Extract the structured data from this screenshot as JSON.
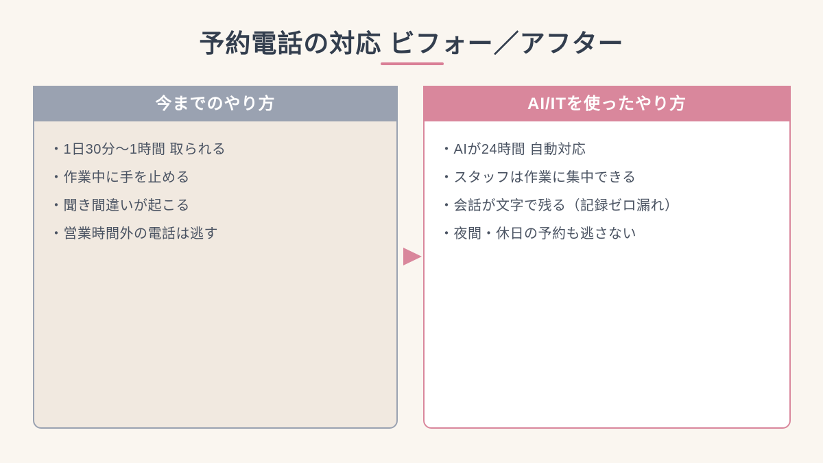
{
  "title": {
    "text": "予約電話の対応 ビフォー／アフター"
  },
  "before": {
    "header": "今までのやり方",
    "items": [
      "・1日30分〜1時間 取られる",
      "・作業中に手を止める",
      "・聞き間違いが起こる",
      "・営業時間外の電話は逃す"
    ]
  },
  "after": {
    "header": "AI/ITを使ったやり方",
    "items": [
      "・AIが24時間 自動対応",
      "・スタッフは作業に集中できる",
      "・会話が文字で残る（記録ゼロ漏れ）",
      "・夜間・休日の予約も逃さない"
    ]
  },
  "icons": {
    "arrow": "right-triangle-arrow"
  },
  "colors": {
    "background": "#faf6f0",
    "title_text": "#333e4e",
    "body_text": "#4a5362",
    "before_accent": "#9aa2b1",
    "before_body": "#f1e9e0",
    "after_accent": "#d9879c",
    "after_body": "#ffffff",
    "underline": "#d97f96"
  }
}
